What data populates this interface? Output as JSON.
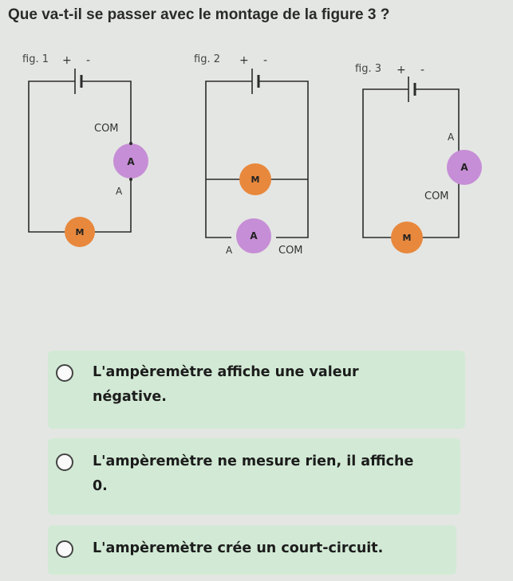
{
  "question": "Que va-t-il se passer avec le montage de la figure 3 ?",
  "figures": [
    {
      "label": "fig. 1",
      "plus": "+",
      "minus": "-",
      "com": "COM",
      "ammeter": "A",
      "terminal_a": "A",
      "motor": "M"
    },
    {
      "label": "fig. 2",
      "plus": "+",
      "minus": "-",
      "motor": "M",
      "ammeter": "A",
      "terminal_a": "A",
      "com": "COM"
    },
    {
      "label": "fig. 3",
      "plus": "+",
      "minus": "-",
      "terminal_a": "A",
      "ammeter": "A",
      "com": "COM",
      "motor": "M"
    }
  ],
  "options": [
    {
      "line1": "L'ampèremètre affiche une valeur",
      "line2": "négative."
    },
    {
      "line1": "L'ampèremètre ne mesure rien, il affiche",
      "line2": "0."
    },
    {
      "line1": "L'ampèremètre crée un court-circuit.",
      "line2": ""
    }
  ],
  "colors": {
    "ammeter": "#c68ed6",
    "motor": "#e8883c",
    "wire": "#2b2b2b",
    "option_bg": "#d2ead5"
  }
}
